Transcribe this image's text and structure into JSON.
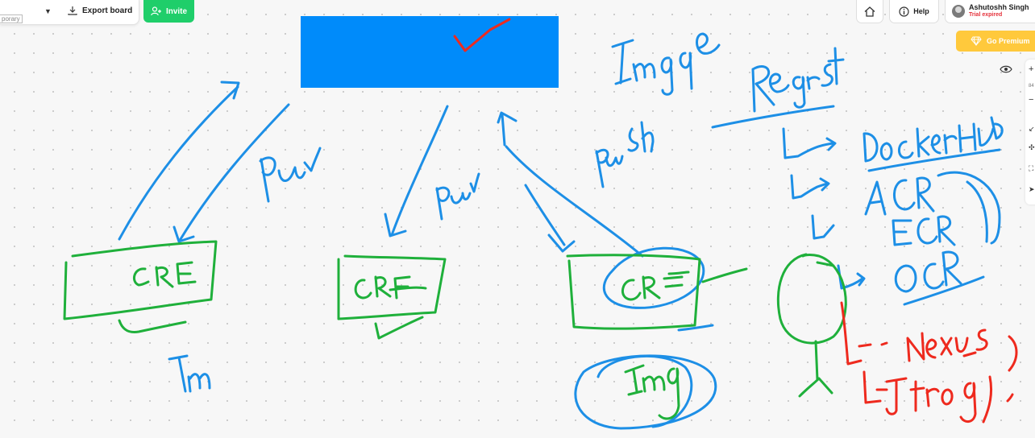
{
  "toolbar": {
    "temp_tag": "porary",
    "export_label": "Export board",
    "invite_label": "Invite"
  },
  "header": {
    "help_label": "Help",
    "user_name": "Ashutoshh Singh",
    "trial_status": "Trial expired",
    "premium_label": "Go Premium"
  },
  "side_toolbar": {
    "zoom": "84"
  },
  "colors": {
    "blue_ink": "#1d8fe6",
    "green_ink": "#1fb03b",
    "red_ink": "#ee2a1e",
    "image_box": "#008bfa",
    "invite": "#1fce6a",
    "premium": "#ffc93c"
  },
  "icons": [
    "chevron-down-icon",
    "download-icon",
    "add-user-icon",
    "home-icon",
    "info-icon",
    "diamond-icon",
    "eye-icon",
    "plus-icon",
    "minus-icon"
  ]
}
